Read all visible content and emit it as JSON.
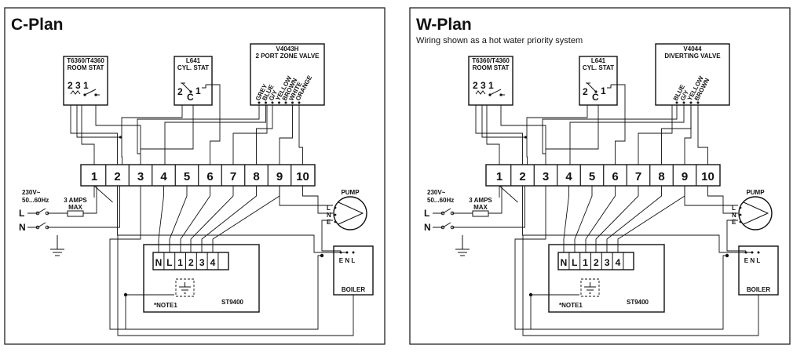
{
  "panels": [
    {
      "id": "cplan",
      "title": "C-Plan",
      "subtitle": "",
      "room_stat": {
        "line1": "T6360/T4360",
        "line2": "ROOM STAT",
        "pins": "2 3 1"
      },
      "cyl_stat": {
        "line1": "L641",
        "line2": "CYL. STAT",
        "pin_2": "2",
        "pin_c": "C",
        "pin_1": "1"
      },
      "valve": {
        "line1": "V4043H",
        "line2": "2 PORT ZONE VALVE",
        "wires": [
          "GREY",
          "BLUE",
          "G/Y",
          "YELLOW",
          "BROWN",
          "WHITE",
          "ORANGE"
        ]
      },
      "terminals": [
        "1",
        "2",
        "3",
        "4",
        "5",
        "6",
        "7",
        "8",
        "9",
        "10"
      ],
      "supply": {
        "voltage": "230V~",
        "freq": "50...60Hz",
        "fuse_line1": "3 AMPS",
        "fuse_line2": "MAX",
        "live": "L",
        "neutral": "N"
      },
      "pump": {
        "label": "PUMP",
        "pins": [
          "L",
          "N",
          "E"
        ]
      },
      "boiler": {
        "label": "BOILER",
        "pins": "E N L"
      },
      "controller": {
        "model": "ST9400",
        "note": "*NOTE1",
        "terms": [
          "N",
          "L",
          "1",
          "2",
          "3",
          "4",
          ""
        ]
      }
    },
    {
      "id": "wplan",
      "title": "W-Plan",
      "subtitle": "Wiring shown as a hot water priority system",
      "room_stat": {
        "line1": "T6360/T4360",
        "line2": "ROOM STAT",
        "pins": "2 3 1"
      },
      "cyl_stat": {
        "line1": "L641",
        "line2": "CYL. STAT",
        "pin_2": "2",
        "pin_c": "C",
        "pin_1": "1"
      },
      "valve": {
        "line1": "V4044",
        "line2": "DIVERTING VALVE",
        "wires": [
          "BLUE",
          "G/Y",
          "YELLOW",
          "BROWN"
        ]
      },
      "terminals": [
        "1",
        "2",
        "3",
        "4",
        "5",
        "6",
        "7",
        "8",
        "9",
        "10"
      ],
      "supply": {
        "voltage": "230V~",
        "freq": "50...60Hz",
        "fuse_line1": "3 AMPS",
        "fuse_line2": "MAX",
        "live": "L",
        "neutral": "N"
      },
      "pump": {
        "label": "PUMP",
        "pins": [
          "L",
          "N",
          "E"
        ]
      },
      "boiler": {
        "label": "BOILER",
        "pins": "E N L"
      },
      "controller": {
        "model": "ST9400",
        "note": "*NOTE1",
        "terms": [
          "N",
          "L",
          "1",
          "2",
          "3",
          "4",
          ""
        ]
      }
    }
  ]
}
